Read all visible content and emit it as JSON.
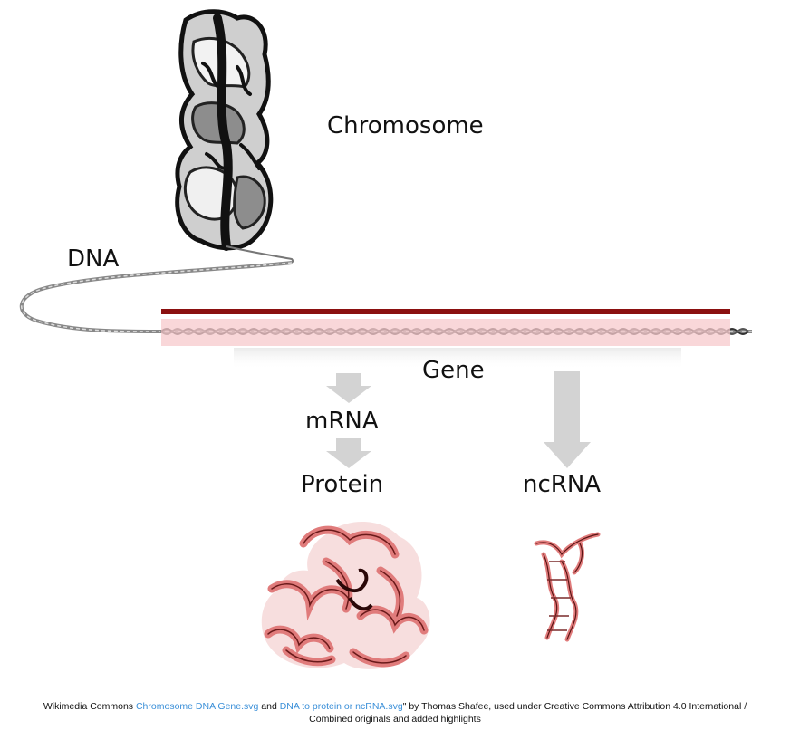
{
  "labels": {
    "chromosome": "Chromosome",
    "dna": "DNA",
    "gene": "Gene",
    "mrna": "mRNA",
    "protein": "Protein",
    "ncrna": "ncRNA"
  },
  "colors": {
    "gene_highlight": "#f7c9cc",
    "gene_bar": "#8b1010",
    "arrow": "#d3d3d3",
    "molecule": "#e07b7b",
    "link": "#3a8fd8"
  },
  "icons": {
    "chromosome": "chromosome-illustration",
    "dna_strand": "dna-double-helix",
    "protein": "protein-ribbon-structure",
    "ncrna": "ncrna-ribbon-structure"
  },
  "credit": {
    "prefix": "Wikimedia Commons ",
    "link1": "Chromosome DNA Gene.svg",
    "and": " and ",
    "link2": "DNA to protein or ncRNA.svg",
    "suffix": "\" by Thomas Shafee, used under Creative Commons Attribution 4.0 International /",
    "line2": "Combined originals and added highlights"
  }
}
